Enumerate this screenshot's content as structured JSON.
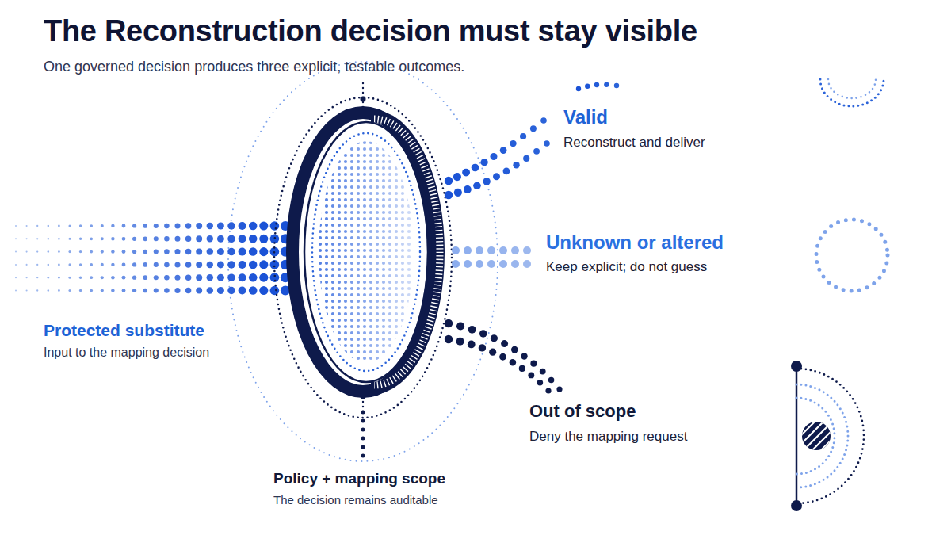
{
  "diagram": {
    "title": "The Reconstruction decision must stay visible",
    "caption": "One governed decision produces three explicit, testable outcomes.",
    "labels": [
      "Valid",
      "Reconstruct and deliver",
      "Unknown or altered",
      "Keep explicit; do not guess",
      "Protected substitute",
      "Input to the mapping decision",
      "Out of scope",
      "Deny the mapping request",
      "Policy + mapping scope",
      "The decision remains auditable"
    ]
  }
}
